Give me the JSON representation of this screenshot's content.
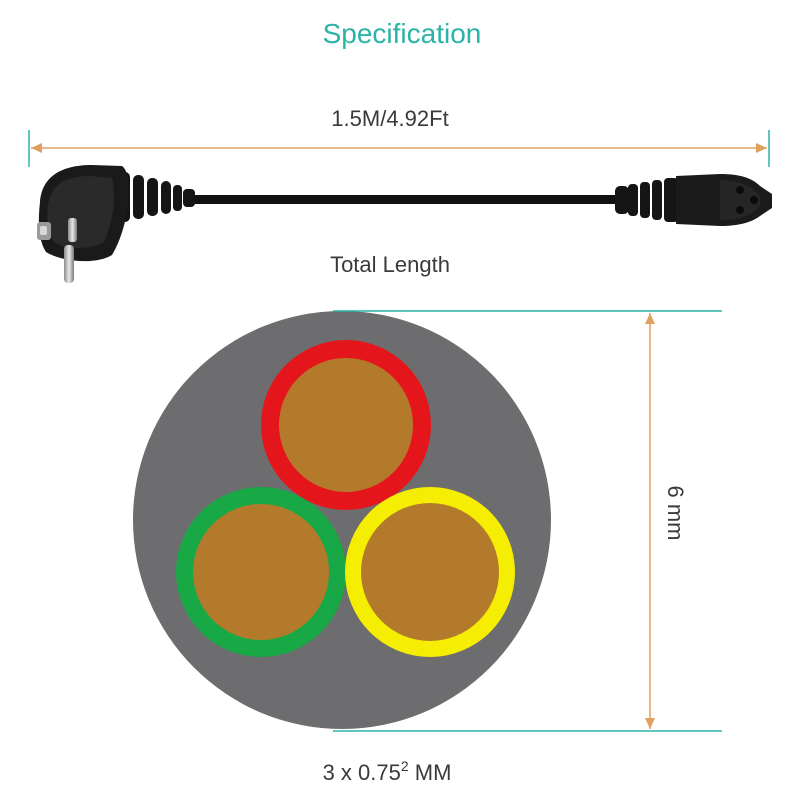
{
  "title": "Specification",
  "length_label": "1.5M/4.92Ft",
  "total_length_label": "Total Length",
  "diameter_label": "6 mm",
  "conductor_spec": {
    "prefix": "3 x 0.75",
    "superscript": "2",
    "suffix": " MM"
  },
  "colors": {
    "accent": "#2bb3a8",
    "arrow": "#e0a060",
    "text": "#3a3a3a",
    "sheath": "#6d6d70",
    "copper": "#b47a2c",
    "ring_red": "#e5161b",
    "ring_green": "#18a845",
    "ring_yellow": "#f6ee02",
    "cable": "#111111"
  },
  "icons": {
    "plug": "schuko-plug-icon",
    "connector": "c5-connector-icon"
  }
}
